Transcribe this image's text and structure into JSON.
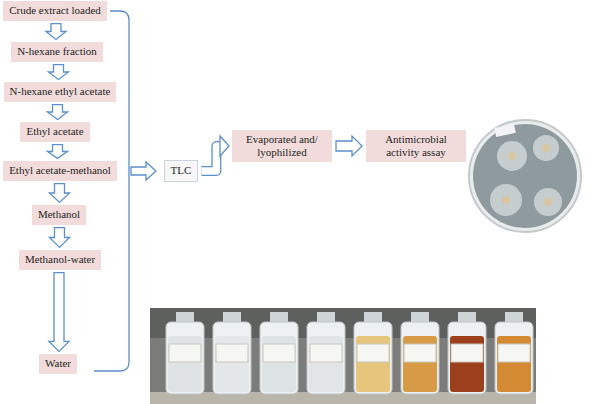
{
  "diagram": {
    "nodes": [
      {
        "text": [
          "Crude extract loaded"
        ]
      },
      {
        "text": [
          "N-hexane fraction"
        ]
      },
      {
        "text": [
          "N-hexane ethyl acetate"
        ]
      },
      {
        "text": [
          "Ethyl acetate"
        ]
      },
      {
        "text": [
          "Ethyl acetate-methanol"
        ]
      },
      {
        "text": [
          "Methanol"
        ]
      },
      {
        "text": [
          "Methanol-water"
        ]
      },
      {
        "text": [
          "Water"
        ]
      },
      {
        "text": [
          "TLC"
        ]
      },
      {
        "text": [
          "Evaporated and/ lyophilized"
        ]
      },
      {
        "text": [
          "Antimicrobial activity assay"
        ]
      }
    ],
    "edges": [
      {
        "from": 0,
        "to": 1,
        "arrow": "to"
      },
      {
        "from": 1,
        "to": 2,
        "arrow": "to"
      },
      {
        "from": 2,
        "to": 3,
        "arrow": "to"
      },
      {
        "from": 3,
        "to": 4,
        "arrow": "to"
      },
      {
        "from": 4,
        "to": 5,
        "arrow": "to"
      },
      {
        "from": 5,
        "to": 6,
        "arrow": "to"
      },
      {
        "from": 6,
        "to": 7,
        "arrow": "to"
      },
      {
        "from": 8,
        "to": 9,
        "arrow": "to"
      },
      {
        "from": 9,
        "to": 10,
        "arrow": "to"
      }
    ]
  }
}
